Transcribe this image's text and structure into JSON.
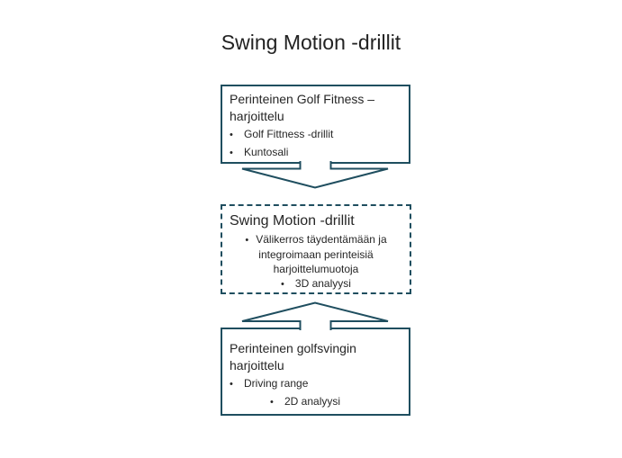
{
  "title": "Swing Motion -drillit",
  "bullet_char": "•",
  "colors": {
    "outline": "#1f4e5f",
    "text": "#262626",
    "background": "#ffffff"
  },
  "icons": {
    "down_arrow": "block-arrow-down",
    "up_arrow": "block-arrow-up"
  },
  "boxes": {
    "top": {
      "title_line1": "Perinteinen Golf Fitness –",
      "title_line2": "harjoittelu",
      "bullet1": "Golf Fittness -drillit",
      "bullet2": "Kuntosali"
    },
    "middle": {
      "title": "Swing Motion -drillit",
      "bullet1": "Välikerros täydentämään ja integroimaan perinteisiä harjoittelumuotoja",
      "bullet2": "3D analyysi"
    },
    "bottom": {
      "title_line1": "Perinteinen golfsvingin",
      "title_line2": "harjoittelu",
      "bullet1": "Driving range",
      "bullet2": "2D analyysi"
    }
  }
}
